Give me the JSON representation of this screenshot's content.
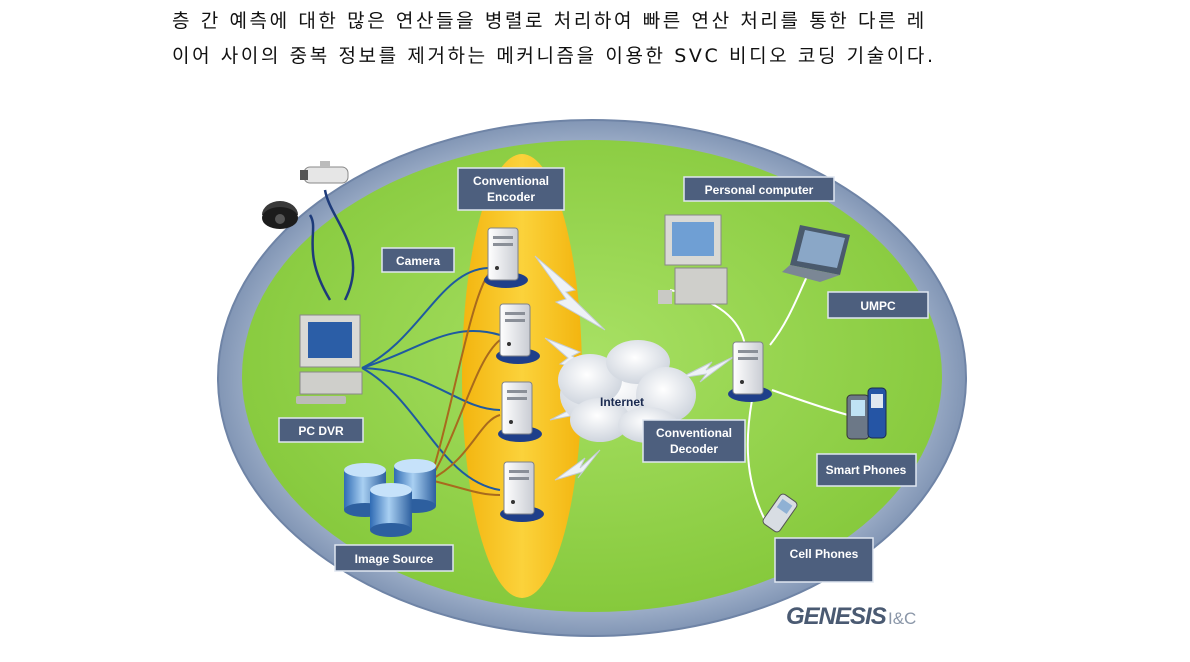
{
  "paragraph": {
    "line1": "층 간 예측에 대한 많은 연산들을 병렬로 처리하여 빠른 연산 처리를 통한 다른 레",
    "line2": "이어 사이의 중복 정보를 제거하는 메커니즘을 이용한 SVC 비디오 코딩 기술이다."
  },
  "labels": {
    "conventional_encoder_1": "Conventional",
    "conventional_encoder_2": "Encoder",
    "personal_computer": "Personal computer",
    "camera": "Camera",
    "umpc": "UMPC",
    "internet": "Internet",
    "pc_dvr": "PC DVR",
    "conventional_decoder_1": "Conventional",
    "conventional_decoder_2": "Decoder",
    "smart_phones": "Smart Phones",
    "image_source": "Image Source",
    "cell_phones": "Cell Phones"
  },
  "logo": {
    "brand": "GENESIS",
    "suffix": "I&C"
  },
  "colors": {
    "outer_ring": "#9aaec9",
    "green_field": "#8fd24a",
    "encoder_band": "#f5c21c",
    "label_box": "#4d5f7e",
    "logo": "#4a5a72"
  }
}
